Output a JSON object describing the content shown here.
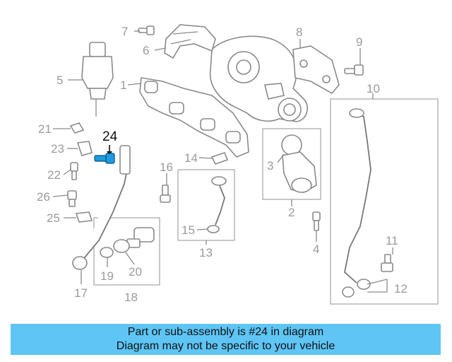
{
  "callouts": {
    "c1": "1",
    "c2": "2",
    "c3": "3",
    "c4": "4",
    "c5": "5",
    "c6": "6",
    "c7": "7",
    "c8": "8",
    "c9": "9",
    "c10": "10",
    "c11": "11",
    "c12": "12",
    "c13": "13",
    "c14": "14",
    "c15": "15",
    "c16": "16",
    "c17": "17",
    "c18": "18",
    "c19": "19",
    "c20": "20",
    "c21": "21",
    "c22": "22",
    "c23": "23",
    "c24": "24",
    "c25": "25",
    "c26": "26"
  },
  "highlight_color": "#1e9be0",
  "banner": {
    "line1": "Part or sub-assembly is #24 in diagram",
    "line2": "Diagram may not be specific to your vehicle",
    "color": "#5ec5f5"
  }
}
